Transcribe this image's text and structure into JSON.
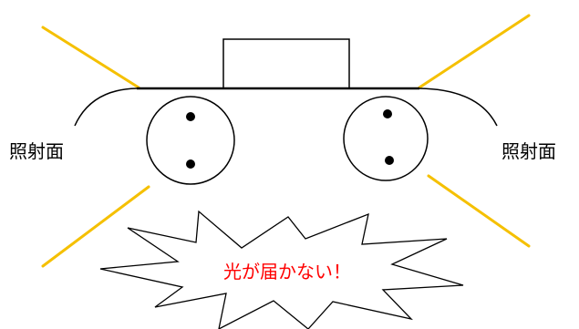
{
  "labels": {
    "left_surface": "照射面",
    "right_surface": "照射面",
    "burst": "光が届かない！"
  },
  "colors": {
    "light_ray": "#F5C000",
    "outline": "#000000",
    "burst_text": "#FF0000",
    "background": "#FFFFFF"
  }
}
